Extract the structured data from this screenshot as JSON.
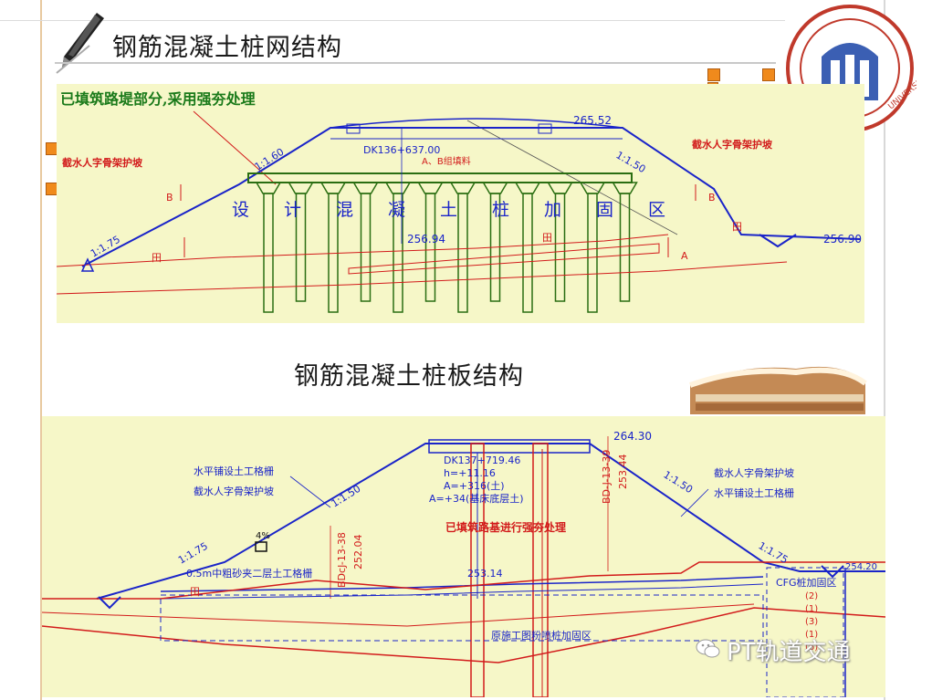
{
  "slide": {
    "title": "钢筋混凝土桩网结构",
    "subtitle": "钢筋混凝土桩板结构",
    "watermark": "PT轨道交通",
    "accent": "#f08a1c"
  },
  "logo": {
    "text_en": "UNIVERSITY",
    "color": "#c0392b"
  },
  "diagram_top": {
    "background": "#f6f7c8",
    "line_color": "#1a24c9",
    "pile_color": "#2a6e12",
    "note_color": "#d21b1b",
    "heading": "已填筑路堤部分,采用强夯处理",
    "elev_top": "265.52",
    "station": "DK136+637.00",
    "fill_note": "A、B组填料",
    "slope_left": "1:1.60",
    "slope_right": "1:1.50",
    "slope_left_low": "1:1.75",
    "protect_left": "截水人字骨架护坡",
    "protect_right": "截水人字骨架护坡",
    "zone_chars": [
      "设",
      "计",
      "混",
      "凝",
      "土",
      "桩",
      "加",
      "固",
      "区"
    ],
    "elev_mid": "256.94",
    "elev_right": "256.90",
    "mark_b": "B",
    "mark_a": "A",
    "mark_field": "田"
  },
  "diagram_bottom": {
    "background": "#f6f7c8",
    "line_color": "#1a24c9",
    "note_color": "#d21b1b",
    "elev_top": "264.30",
    "station": "DK137+719.46",
    "h_value": "h=+11.16",
    "a_value1": "A=+316(土)",
    "a_value2": "A=+34(基床底层土)",
    "label_bd_right": "BD-J-13-39",
    "elev_right_rot": "253.44",
    "label_bd_left": "BDcJ-13-38",
    "elev_left_rot": "252.04",
    "notes_left": [
      "水平铺设土工格栅",
      "截水人字骨架护坡"
    ],
    "notes_right": [
      "截水人字骨架护坡",
      "水平铺设土工格栅"
    ],
    "slope_left": "1:1.50",
    "slope_right": "1:1.50",
    "slope_left_low": "1:1.75",
    "slope_right_low": "1:1.75",
    "grade": "4%",
    "red_note": "已填筑路基进行强夯处理",
    "gravel_note": "0.5m中粗砂夹二层土工格栅",
    "elev_center": "253.14",
    "elev_far_right": "254.20",
    "cfg": "CFG桩加固区",
    "layers": [
      "(2)",
      "(1)",
      "(3)",
      "(1)",
      "(6)"
    ],
    "bottom_note": "原施工图粉喷桩加固区",
    "mark_field": "田"
  }
}
